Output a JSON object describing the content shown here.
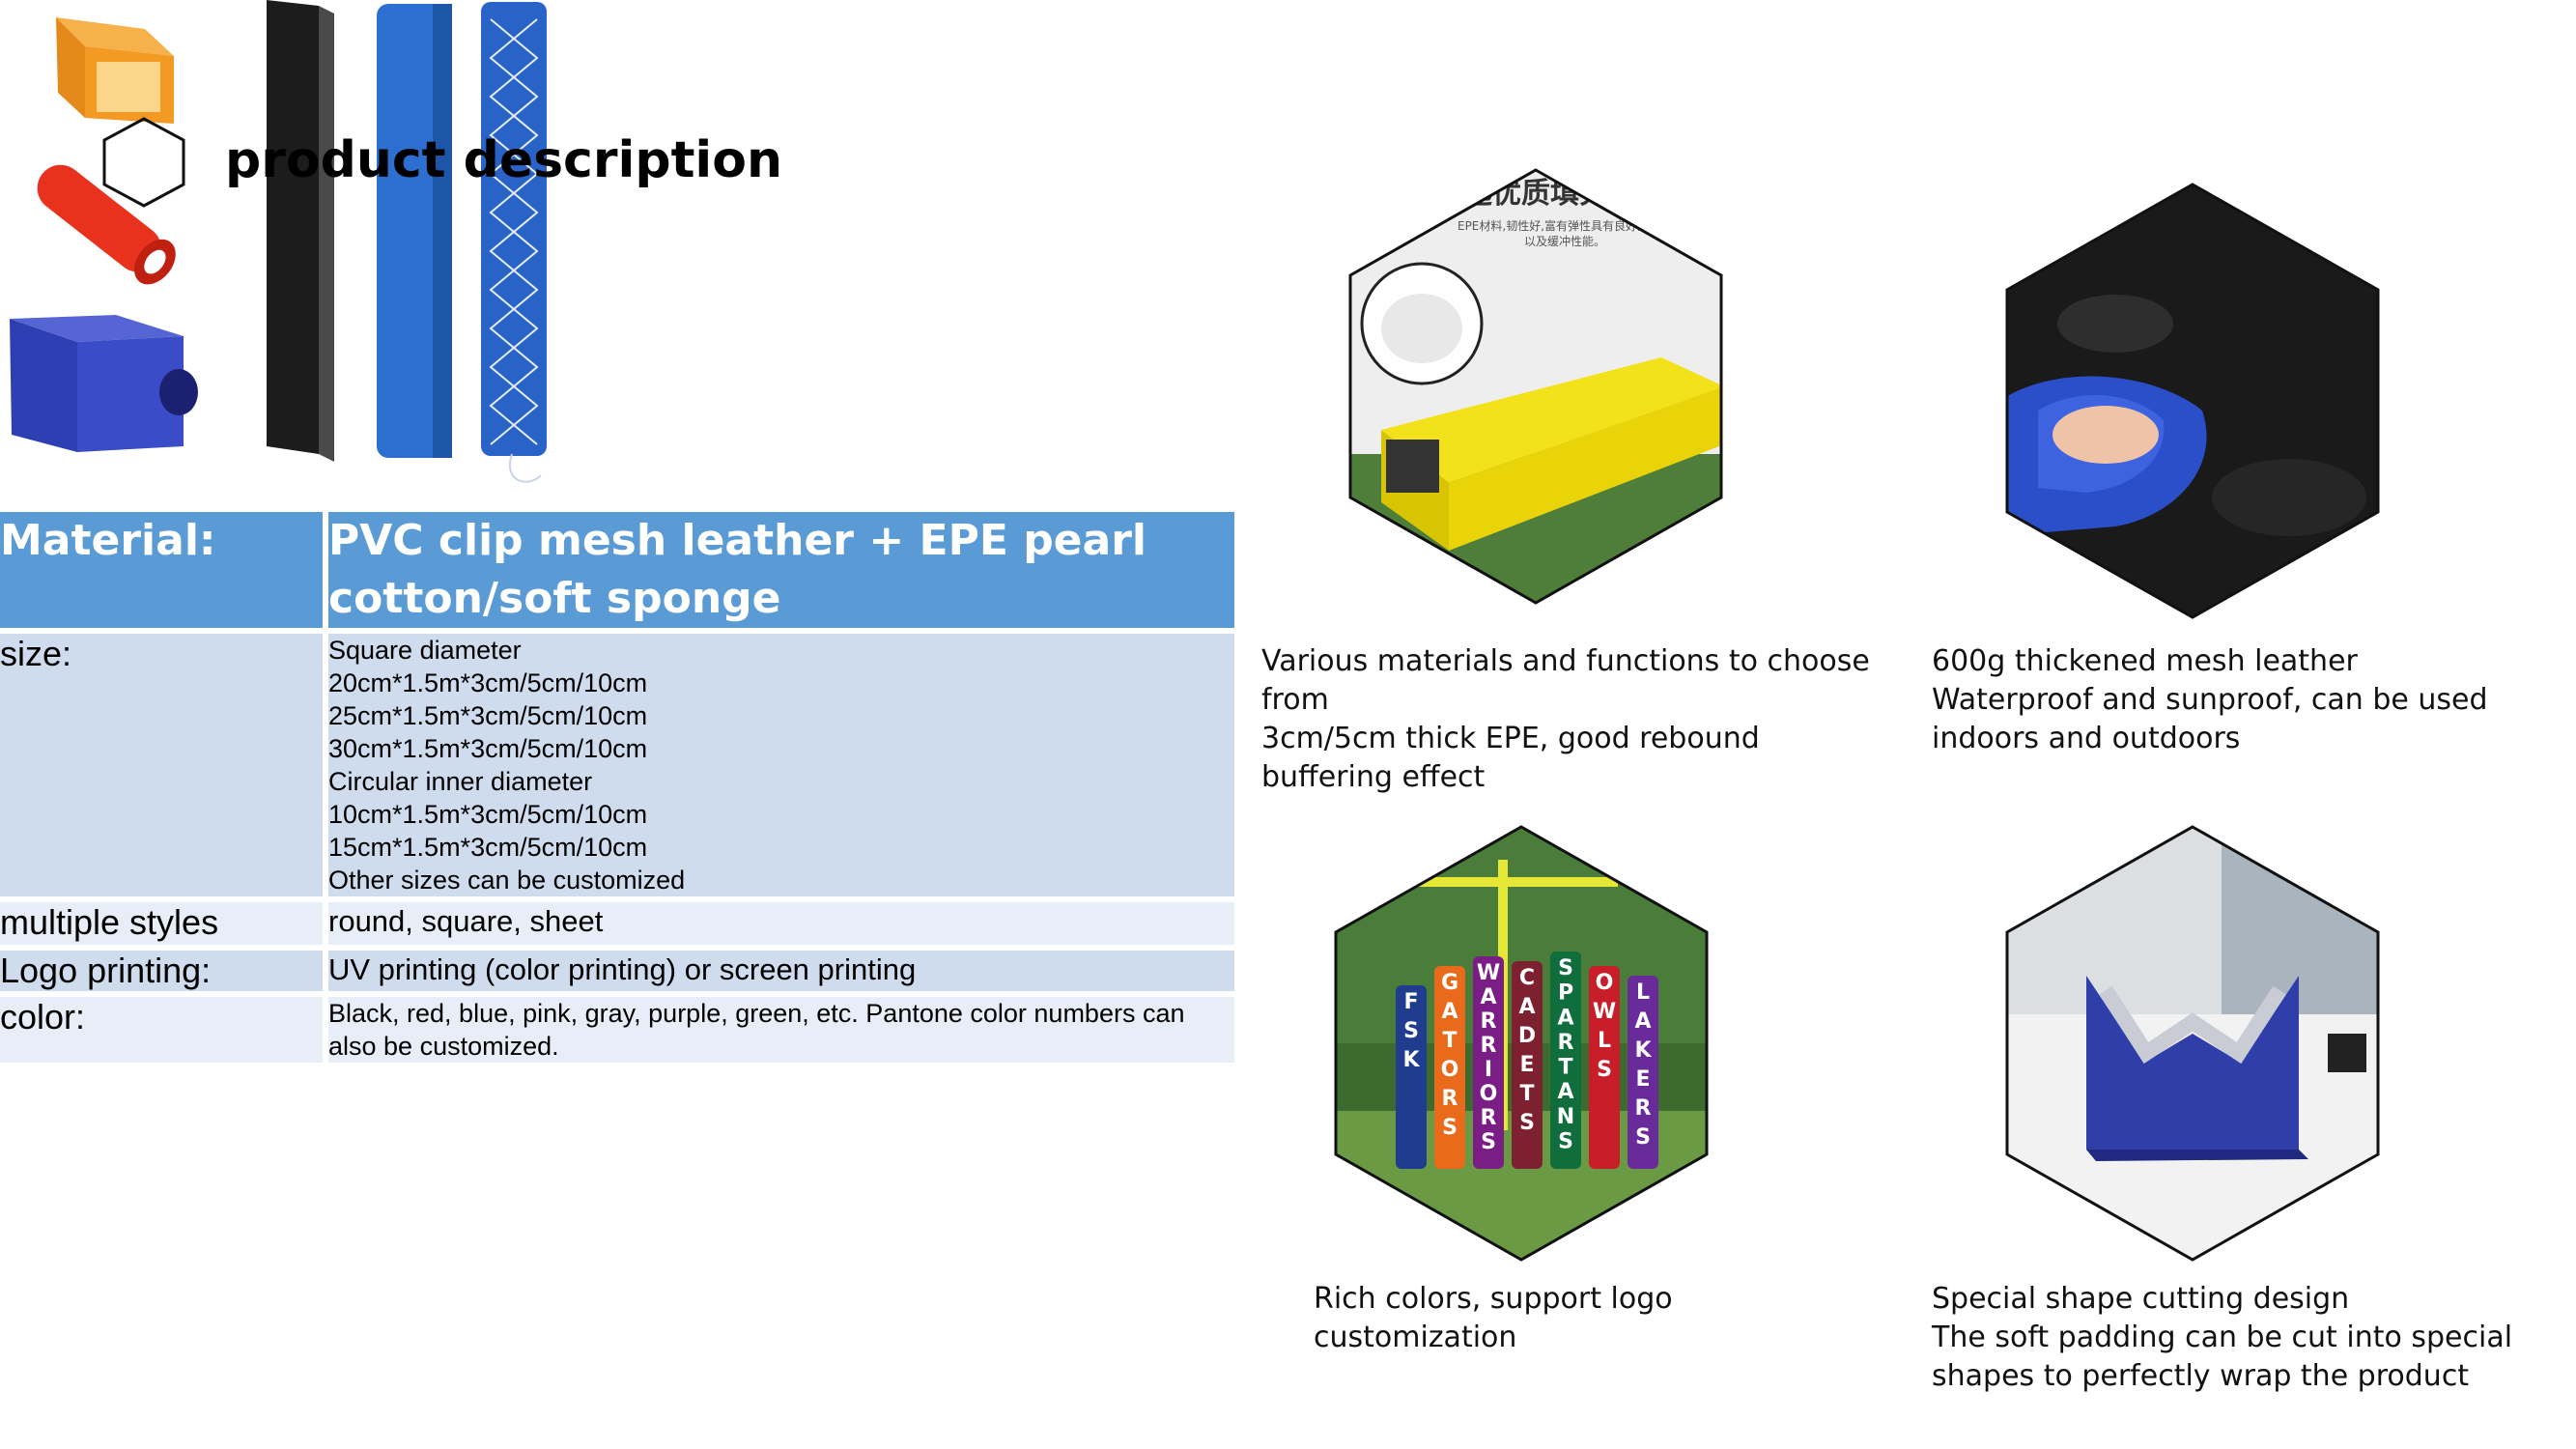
{
  "header": {
    "title": "product description"
  },
  "spec_table": {
    "material_label": "Material:",
    "material_value": "PVC clip mesh leather + EPE pearl cotton/soft sponge",
    "size_label": "size:",
    "size_lines": [
      "Square diameter",
      "20cm*1.5m*3cm/5cm/10cm",
      "25cm*1.5m*3cm/5cm/10cm",
      "30cm*1.5m*3cm/5cm/10cm",
      "Circular inner diameter",
      "10cm*1.5m*3cm/5cm/10cm",
      "15cm*1.5m*3cm/5cm/10cm",
      "Other sizes can be customized"
    ],
    "styles_label": "multiple styles",
    "styles_value": "round, square, sheet",
    "logo_label": "Logo printing:",
    "logo_value": "UV printing (color printing) or screen printing",
    "color_label": "color:",
    "color_value": "Black, red, blue, pink, gray, purple, green, etc. Pantone color numbers can also be customized."
  },
  "features": [
    {
      "lines": [
        "Various materials and functions to choose from",
        "3cm/5cm thick EPE, good rebound buffering effect"
      ]
    },
    {
      "lines": [
        "600g thickened mesh leather",
        "Waterproof and sunproof, can be used indoors and outdoors"
      ]
    },
    {
      "lines": [
        "Rich colors, support logo customization"
      ]
    },
    {
      "lines": [
        "Special shape cutting design",
        "The soft padding can be cut into special shapes to perfectly wrap the product"
      ]
    }
  ],
  "image_text": {
    "epe_banner_title": "选优质填充",
    "epe_banner_sub1": "EPE材料,韧性好,富有弹性具有良好的隔离",
    "epe_banner_sub2": "以及缓冲性能。",
    "pads": [
      {
        "text": "FSK",
        "color": "#1f3c8f"
      },
      {
        "text": "GATORS",
        "color": "#e86a1a"
      },
      {
        "text": "WARRIORS",
        "color": "#7a1e86"
      },
      {
        "text": "CADETS",
        "color": "#7d2030"
      },
      {
        "text": "SPARTANS",
        "color": "#0f6e3c"
      },
      {
        "text": "OWLS",
        "color": "#c81e2a"
      },
      {
        "text": "LAKERS",
        "color": "#6a2b9a"
      }
    ]
  },
  "colors": {
    "table_header": "#5b9bd5",
    "table_dark": "#cfdcee",
    "table_light": "#e8eef8"
  }
}
